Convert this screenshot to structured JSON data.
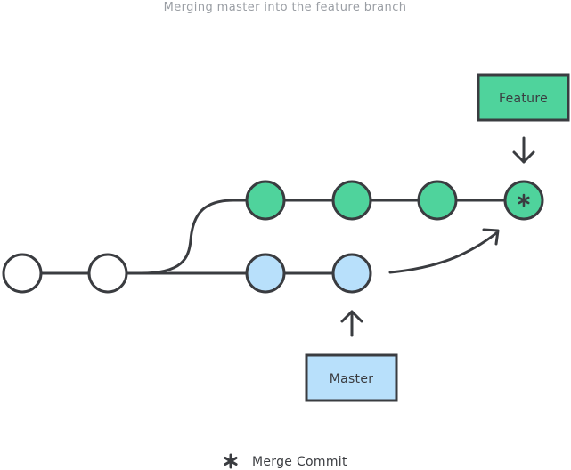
{
  "caption": "Merging master into the feature branch",
  "labels": {
    "feature": "Feature",
    "master": "Master"
  },
  "legend": {
    "icon": "asterisk-icon",
    "label": "Merge Commit"
  },
  "colors": {
    "feature_fill": "#4fd39c",
    "master_fill": "#b8e0fb",
    "base_fill": "#ffffff",
    "stroke": "#3a3c40"
  },
  "branches": {
    "base": {
      "commits": 2
    },
    "master": {
      "commits": 2
    },
    "feature": {
      "commits": 3,
      "merge_commits": 1
    }
  }
}
